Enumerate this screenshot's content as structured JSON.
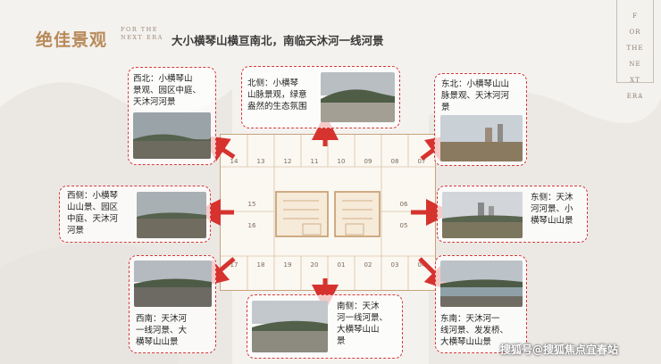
{
  "header": {
    "title": "绝佳景观",
    "era_small": [
      "FOR THE",
      "NEXT ERA"
    ],
    "subtitle": "大小横琴山横亘南北，南临天沐河一线河景"
  },
  "corner_box": [
    "F",
    "OR",
    "THE",
    "NE",
    "XT",
    "ERA"
  ],
  "callouts": {
    "nw": [
      "西北：小横琴山",
      "景观、园区中庭、",
      "天沐河河景"
    ],
    "n": [
      "北侧：小横琴",
      "山脉景观，绿意",
      "盎然的生态氛围"
    ],
    "ne": [
      "东北：小横琴山山",
      "脉景观、天沐河河",
      "景"
    ],
    "w": [
      "西侧：小横琴",
      "山山景、园区",
      "中庭、天沐河",
      "河景"
    ],
    "e": [
      "东侧：天沐",
      "河河景、小",
      "横琴山山景"
    ],
    "sw": [
      "西南：天沐河",
      "一线河景、大",
      "横琴山山景"
    ],
    "s": [
      "南侧：天沐",
      "河一线河景、",
      "大横琴山山",
      "景"
    ],
    "se": [
      "东南：天沐河一",
      "线河景、发发桥、",
      "大横琴山山景"
    ]
  },
  "units_top": [
    "14",
    "13",
    "12",
    "11",
    "10",
    "09",
    "08",
    "07"
  ],
  "units_mid_left": [
    "15",
    "16"
  ],
  "units_mid_right": [
    "06",
    "05"
  ],
  "units_bottom": [
    "17",
    "18",
    "19",
    "20",
    "01",
    "02",
    "03",
    "04"
  ],
  "watermark": "搜狐号@搜狐焦点宜春站"
}
